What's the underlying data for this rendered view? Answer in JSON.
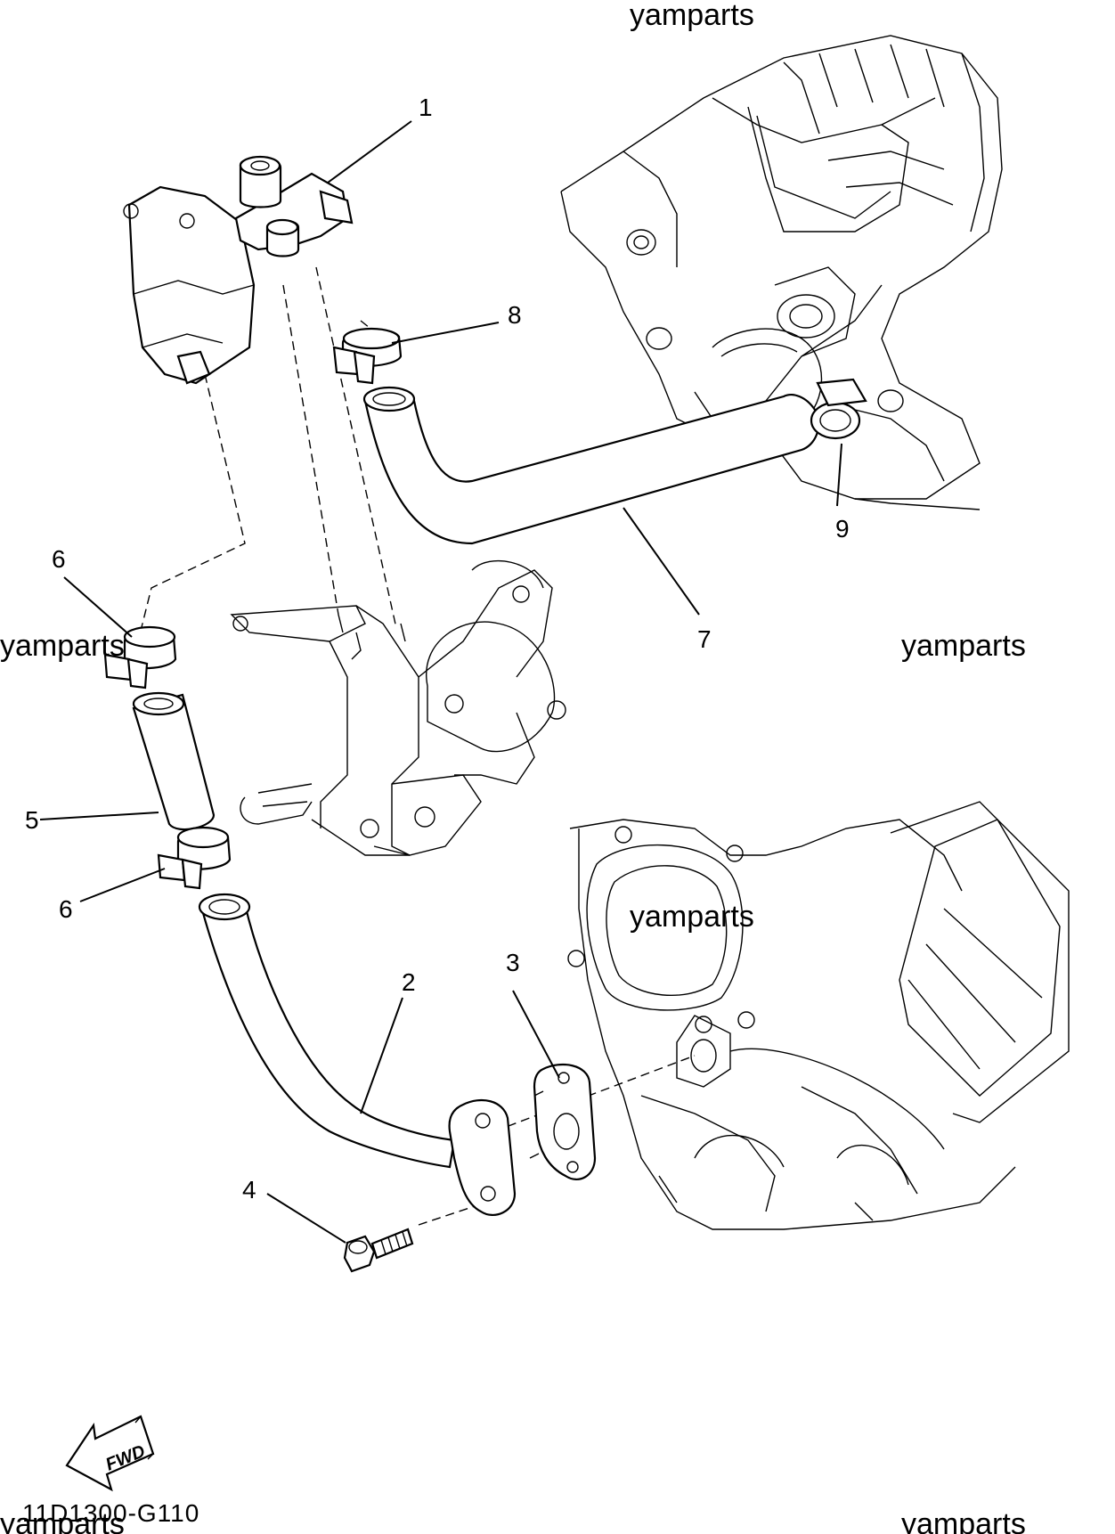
{
  "callouts": {
    "c1": "1",
    "c2": "2",
    "c3": "3",
    "c4": "4",
    "c5": "5",
    "c6a": "6",
    "c6b": "6",
    "c7": "7",
    "c8": "8",
    "c9": "9"
  },
  "watermarks": {
    "top": "yamparts",
    "left": "yamparts",
    "right": "yamparts",
    "center": "yamparts",
    "bottom_left": "yamparts",
    "bottom_right": "yamparts"
  },
  "fwd_label": "FWD",
  "diagram_code": "11D1300-G110"
}
